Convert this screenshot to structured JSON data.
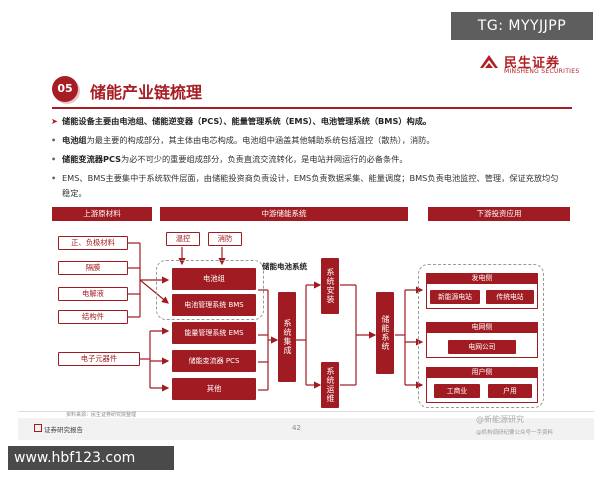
{
  "watermark_top": "TG: MYYJJPP",
  "watermark_bottom": "www.hbf123.com",
  "logo": {
    "cn": "民生证券",
    "en": "MINSHENG SECURITIES"
  },
  "section": {
    "number": "05",
    "title": "储能产业链梳理"
  },
  "bullets": [
    {
      "lead": "储能设备主要由电池组、储能逆变器（PCS）、能量管理系统（EMS）、电池管理系统（BMS）构成。",
      "rest": ""
    },
    {
      "lead": "电池组",
      "rest": "为最主要的构成部分，其主体由电芯构成。电池组中涵盖其他辅助系统包括温控（散热），消防。"
    },
    {
      "lead": "储能变流器PCS",
      "rest": "为必不可少的重要组成部分，负责直流交流转化，是电站并网运行的必备条件。"
    },
    {
      "lead": "",
      "rest": "EMS、BMS主要集中于系统软件层面，由储能投资商负责设计，EMS负责数据采集、能量调度；BMS负责电池监控、管理，保证充放均匀稳定。"
    }
  ],
  "stages": {
    "upstream": "上游原材料",
    "midstream": "中游储能系统",
    "downstream": "下游投资应用"
  },
  "upstream_items": [
    "正、负极材料",
    "隔膜",
    "电解液",
    "结构件",
    "电子元器件"
  ],
  "aux": {
    "temp": "温控",
    "fire": "消防"
  },
  "battery_system_label": "储能电池系统",
  "mid_items": {
    "battery": "电池组",
    "bms": "电池管理系统 BMS",
    "ems": "能量管理系统 EMS",
    "pcs": "储能变流器 PCS",
    "other": "其他"
  },
  "system_integration": "系统集成",
  "system_install": "系统安装",
  "system_ops": "系统运维",
  "storage_system": "储能系统",
  "downstream": {
    "gen_side": "发电侧",
    "gen_items": [
      "新能源电站",
      "传统电站"
    ],
    "grid_side": "电网侧",
    "grid_items": [
      "电网公司"
    ],
    "user_side": "用户侧",
    "user_items": [
      "工商业",
      "户用"
    ]
  },
  "footer": {
    "source": "资料来源：民生证券研究院整理",
    "left": "证券研究报告",
    "page": "42",
    "wm1": "@新能源研究",
    "wm2": "@机构调研纪要公众号一手资料"
  }
}
